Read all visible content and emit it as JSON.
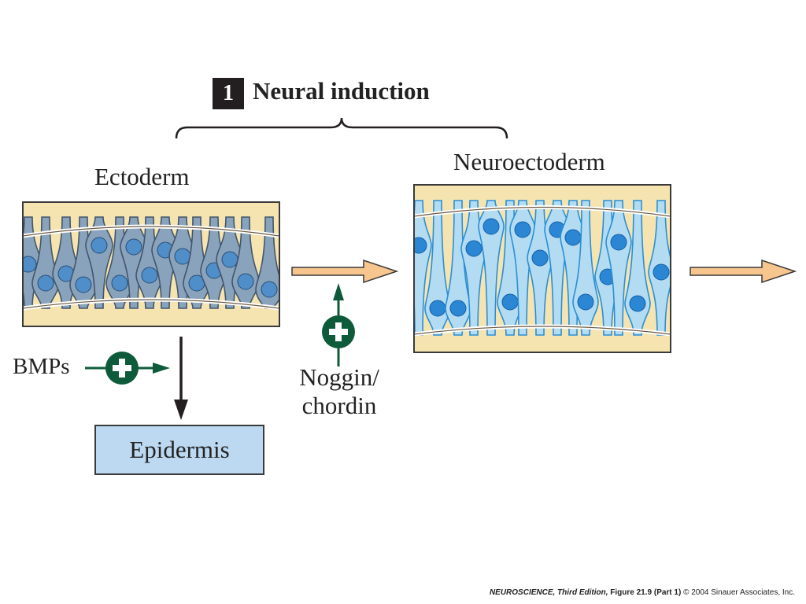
{
  "header": {
    "step_number": "1",
    "stage_title": "Neural induction"
  },
  "labels": {
    "ectoderm": "Ectoderm",
    "neuroectoderm": "Neuroectoderm",
    "bmps": "BMPs",
    "noggin_line1": "Noggin/",
    "noggin_line2": "chordin",
    "epidermis": "Epidermis"
  },
  "footer": {
    "book": "NEUROSCIENCE, Third Edition,",
    "figure": "Figure 21.9 (Part 1)",
    "copyright": "© 2004 Sinauer Associates, Inc."
  },
  "colors": {
    "tissue_tan": "#f6e4b0",
    "ecto_cell": "#8aa3bc",
    "ecto_nucleus": "#4f8ec9",
    "neuro_cell": "#b3dcf2",
    "neuro_outline": "#2a8fd6",
    "neuro_nucleus": "#2b86d4",
    "signal_green": "#0d5b3a",
    "arrow_orange": "#f7c58e",
    "epidermis_fill": "#bdd9f2"
  },
  "icons": [
    "plus-circle-icon",
    "arrow-right-icon",
    "arrow-up-icon",
    "arrow-down-icon",
    "brace-icon"
  ]
}
